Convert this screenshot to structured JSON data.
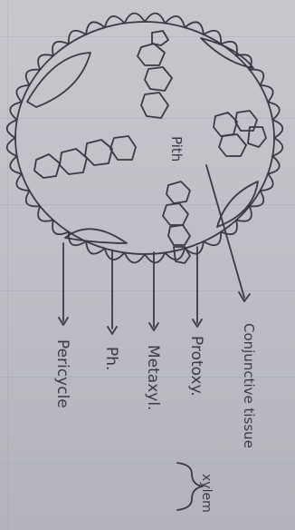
{
  "drawing": {
    "center_label": "Pith",
    "labels": {
      "pericycle": "Pericycle",
      "phloem": "Ph.",
      "metaxylem": "Metaxyl.",
      "protoxylem": "Protoxy.",
      "conjunctive_tissue": "Conjunctive tissue",
      "xylem": "xylem"
    },
    "colors": {
      "ink": "#3a3a44",
      "paper": "#c3c3c9",
      "rule": "#969fb9"
    }
  }
}
